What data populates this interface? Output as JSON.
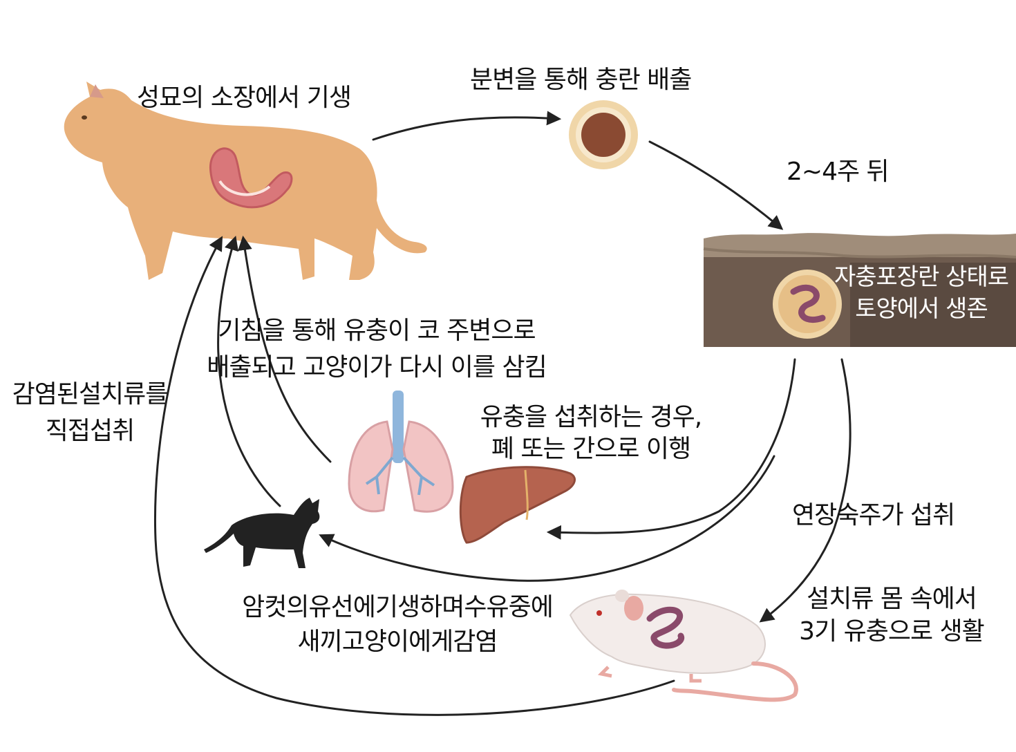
{
  "labels": {
    "cat_parasite": "성묘의 소장에서 기생",
    "egg_excretion": "분변을 통해 충란 배출",
    "weeks": "2~4주 뒤",
    "soil_1": "자충포장란 상태로",
    "soil_2": "토양에서 생존",
    "cough_1": "기침을 통해 유충이 코 주변으로",
    "cough_2": "배출되고 고양이가 다시 이를 삼킴",
    "larva_1": "유충을 섭취하는 경우,",
    "larva_2": "폐 또는 간으로 이행",
    "rodent_direct_1": "감염된설치류를",
    "rodent_direct_2": "직접섭취",
    "paratenic": "연장숙주가 섭취",
    "rodent_body_1": "설치류 몸 속에서",
    "rodent_body_2": "3기 유충으로 생활",
    "mammary_1": "암컷의유선에기생하며수유중에",
    "mammary_2": "새끼고양이에게감염"
  },
  "colors": {
    "cat": "#e8b07a",
    "intestine": "#d9777a",
    "egg_shell": "#f0d6a8",
    "egg_core": "#8a4a32",
    "soil_top": "#a08d7a",
    "soil_body": "#6e5b4e",
    "larva": "#8a4a6a",
    "lung": "#f2c4c4",
    "trachea": "#8fb6dc",
    "liver": "#b5634f",
    "silhouette": "#222222",
    "mouse": "#f3ecea",
    "mouse_pink": "#e8a9a2",
    "arrow": "#222222"
  }
}
